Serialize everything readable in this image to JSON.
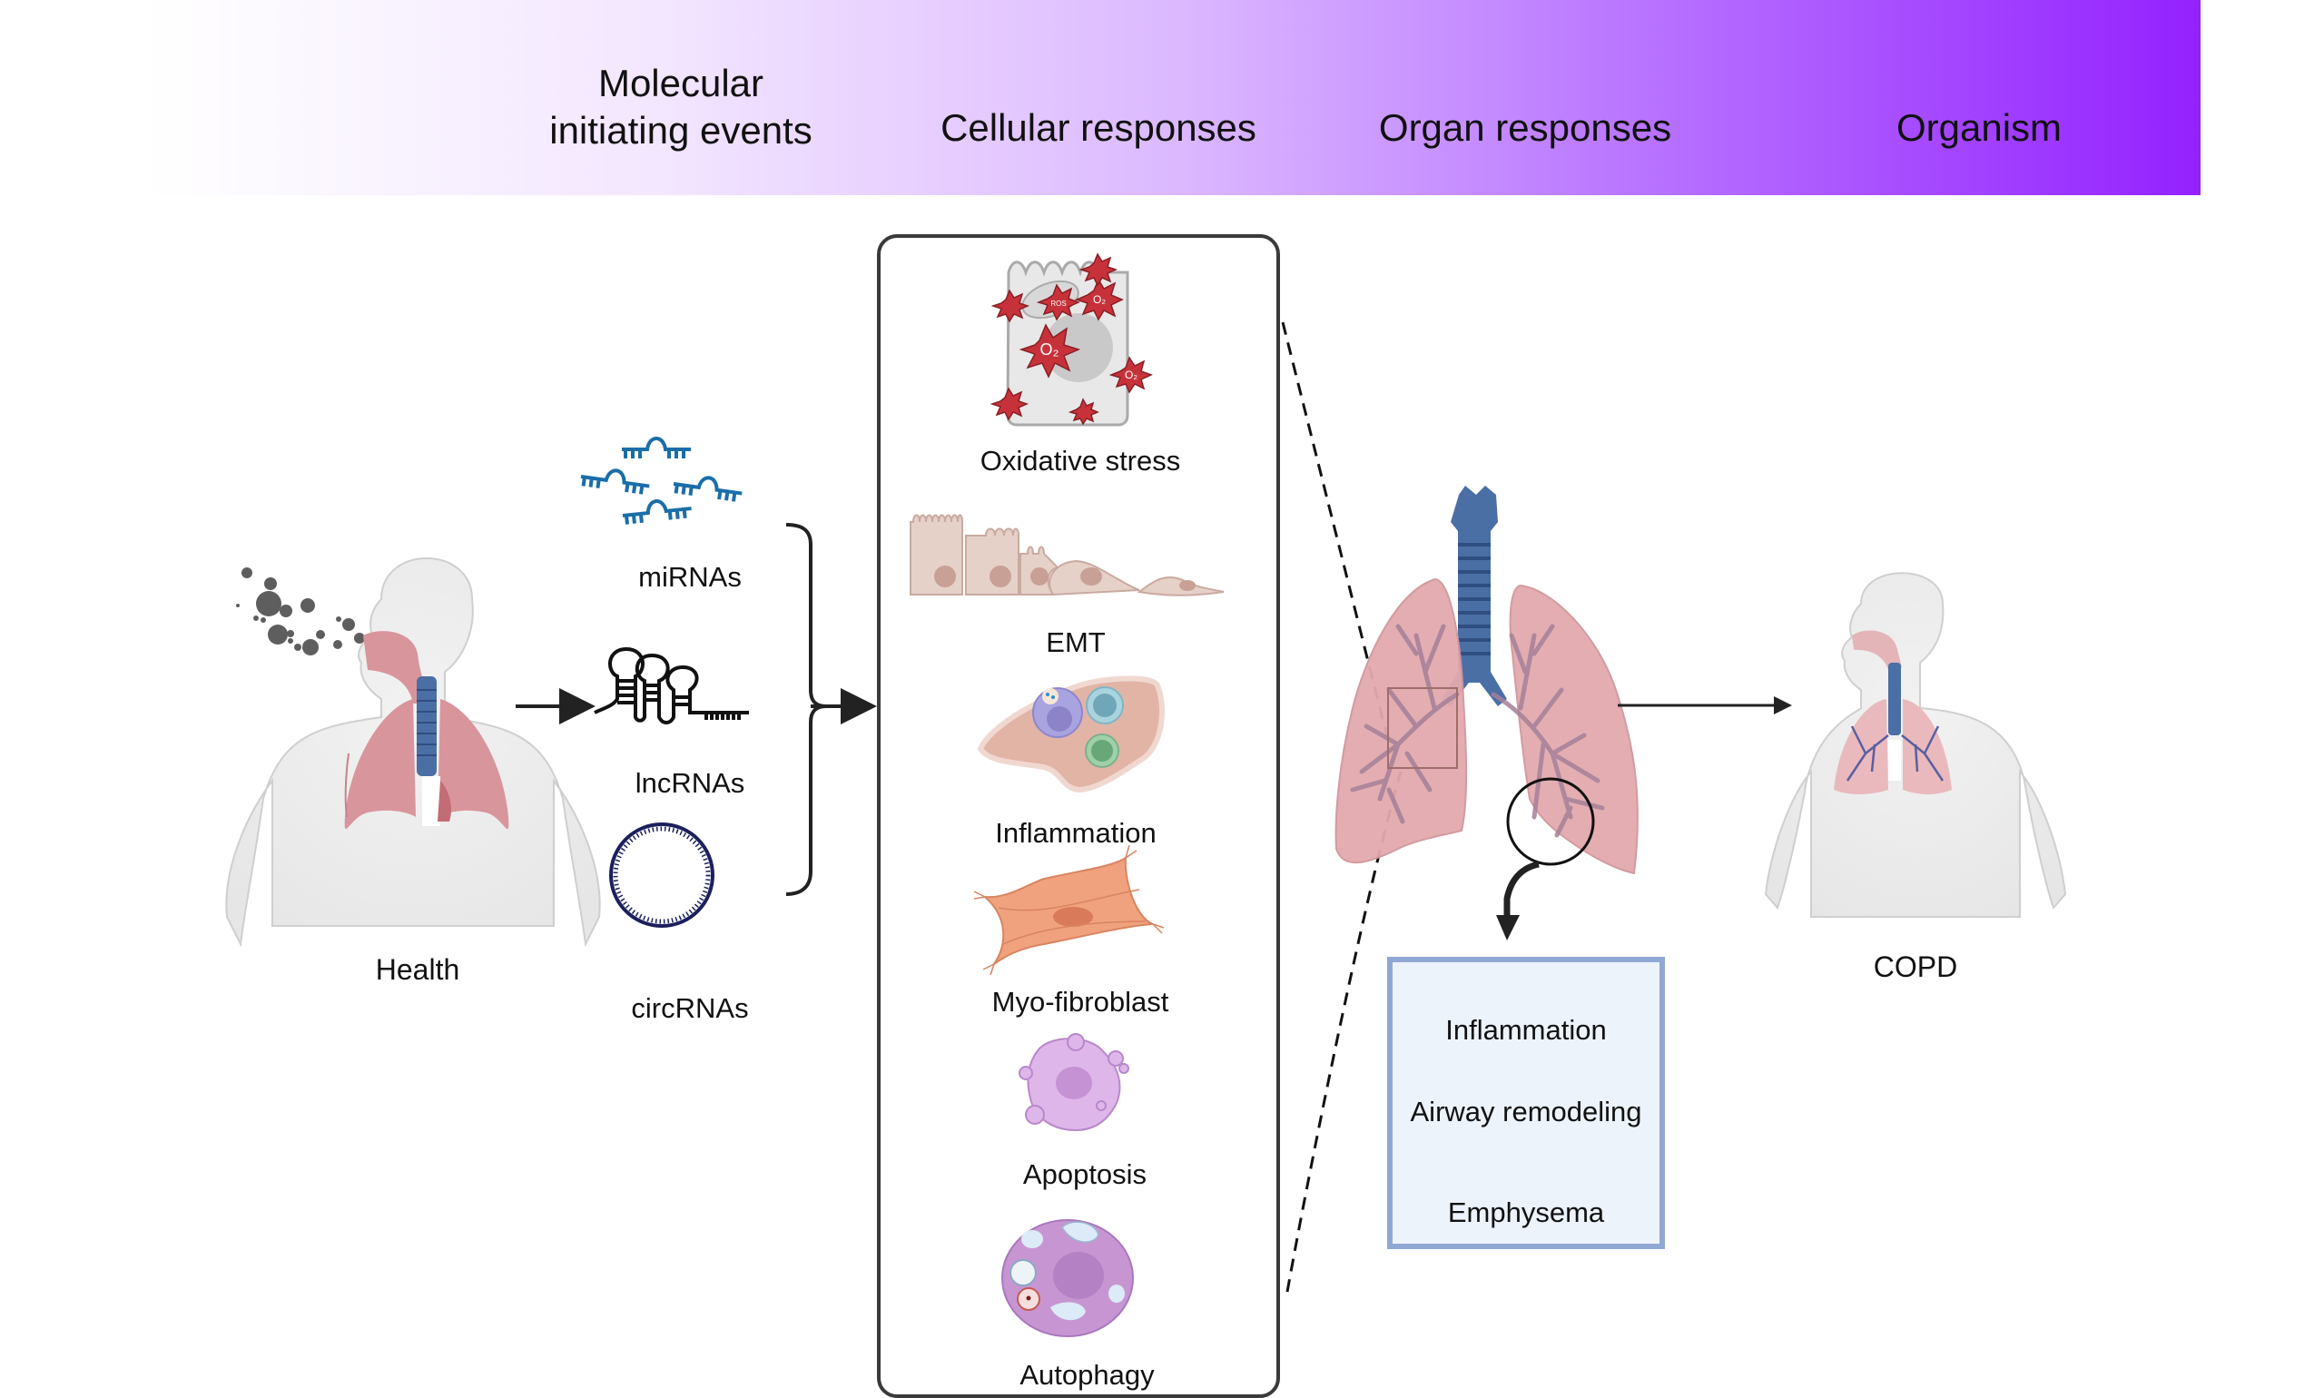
{
  "stages": [
    {
      "id": "molecular",
      "line1": "Molecular",
      "line2": "initiating events"
    },
    {
      "id": "cellular",
      "label": "Cellular responses"
    },
    {
      "id": "organ",
      "label": "Organ responses"
    },
    {
      "id": "organism",
      "label": "Organism"
    }
  ],
  "banner_colors": {
    "start": "#ffffff",
    "end": "#9421ff"
  },
  "health_label": "Health",
  "copd_label": "COPD",
  "ncrnas": [
    {
      "id": "mirna",
      "label": "miRNAs",
      "color": "#1a6ea8"
    },
    {
      "id": "lncrna",
      "label": "lncRNAs",
      "color": "#111111"
    },
    {
      "id": "circrna",
      "label": "circRNAs",
      "color": "#1c1f5e"
    }
  ],
  "cellular_responses": [
    {
      "id": "oxidative-stress",
      "label": "Oxidative stress",
      "ros_labels": [
        "O₂",
        "ROS"
      ]
    },
    {
      "id": "emt",
      "label": "EMT"
    },
    {
      "id": "inflammation",
      "label": "Inflammation"
    },
    {
      "id": "myofibroblast",
      "label": "Myo-fibroblast"
    },
    {
      "id": "apoptosis",
      "label": "Apoptosis"
    },
    {
      "id": "autophagy",
      "label": "Autophagy"
    }
  ],
  "organ_outcomes": [
    "Inflammation",
    "Airway remodeling",
    "Emphysema"
  ],
  "colors": {
    "lung": "#d9959c",
    "trachea": "#4a6fa5",
    "body": "#efefef",
    "ros": "#c7323a",
    "outcome_border": "#92a8d4",
    "outcome_fill": "#edf3fb"
  }
}
